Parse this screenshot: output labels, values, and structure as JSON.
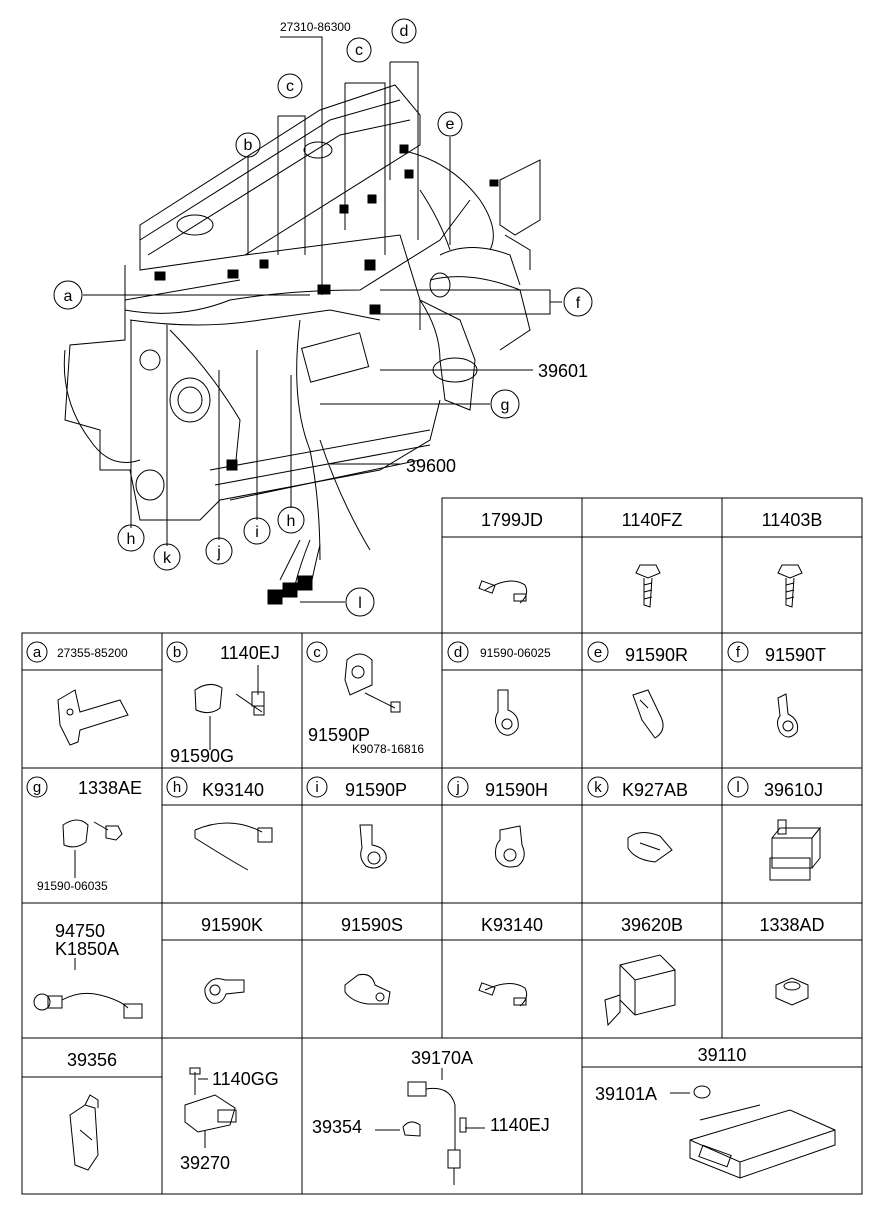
{
  "main": {
    "part_27310": "27310-86300",
    "part_39601": "39601",
    "part_39600": "39600",
    "callouts": [
      "a",
      "b",
      "c",
      "c",
      "d",
      "e",
      "f",
      "g",
      "h",
      "h",
      "i",
      "j",
      "k",
      "l"
    ]
  },
  "grid": {
    "row1": [
      {
        "code": "1799JD",
        "icon": "wiring-connector-icon"
      },
      {
        "code": "1140FZ",
        "icon": "flange-bolt-icon"
      },
      {
        "code": "11403B",
        "icon": "hex-bolt-icon"
      }
    ],
    "row2": [
      {
        "letter": "a",
        "code": "27355-85200",
        "icon": "bracket-icon"
      },
      {
        "letter": "b",
        "code": "1140EJ",
        "sub": "91590G",
        "icon": "clamp-with-bolt-icon"
      },
      {
        "letter": "c",
        "code": "91590P",
        "sub": "K9078-16816",
        "icon": "clamp-with-screw-icon"
      },
      {
        "letter": "d",
        "code": "91590-06025",
        "icon": "p-clip-icon"
      },
      {
        "letter": "e",
        "code": "91590R",
        "icon": "clip-icon"
      },
      {
        "letter": "f",
        "code": "91590T",
        "icon": "p-clip-icon"
      }
    ],
    "row3": [
      {
        "letter": "g",
        "code": "1338AE",
        "sub": "91590-06035",
        "icon": "clamp-with-nut-icon"
      },
      {
        "letter": "h",
        "code": "K93140",
        "icon": "cable-tie-icon"
      },
      {
        "letter": "i",
        "code": "91590P",
        "icon": "p-clip-icon"
      },
      {
        "letter": "j",
        "code": "91590H",
        "icon": "p-clip-icon"
      },
      {
        "letter": "k",
        "code": "K927AB",
        "icon": "clip-icon"
      },
      {
        "letter": "l",
        "code": "39610J",
        "icon": "relay-icon"
      }
    ],
    "row4": [
      {
        "code": "94750",
        "code2": "K1850A",
        "icon": "sensor-harness-icon"
      },
      {
        "code": "91590K",
        "icon": "p-clip-icon"
      },
      {
        "code": "91590S",
        "icon": "p-clip-icon"
      },
      {
        "code": "K93140",
        "icon": "wiring-connector-icon"
      },
      {
        "code": "39620B",
        "icon": "relay-box-icon"
      },
      {
        "code": "1338AD",
        "icon": "hex-nut-icon"
      }
    ],
    "row5": {
      "c1": {
        "code": "39356",
        "icon": "bracket-icon"
      },
      "c2": {
        "code": "1140GG",
        "code2": "39270",
        "icon": "sensor-icon"
      },
      "c3": {
        "code": "39170A",
        "code2": "39354",
        "code3": "1140EJ",
        "icon": "sensor-harness-icon"
      },
      "c4": {
        "code": "39110",
        "code2": "39101A",
        "icon": "ecu-icon"
      }
    }
  }
}
